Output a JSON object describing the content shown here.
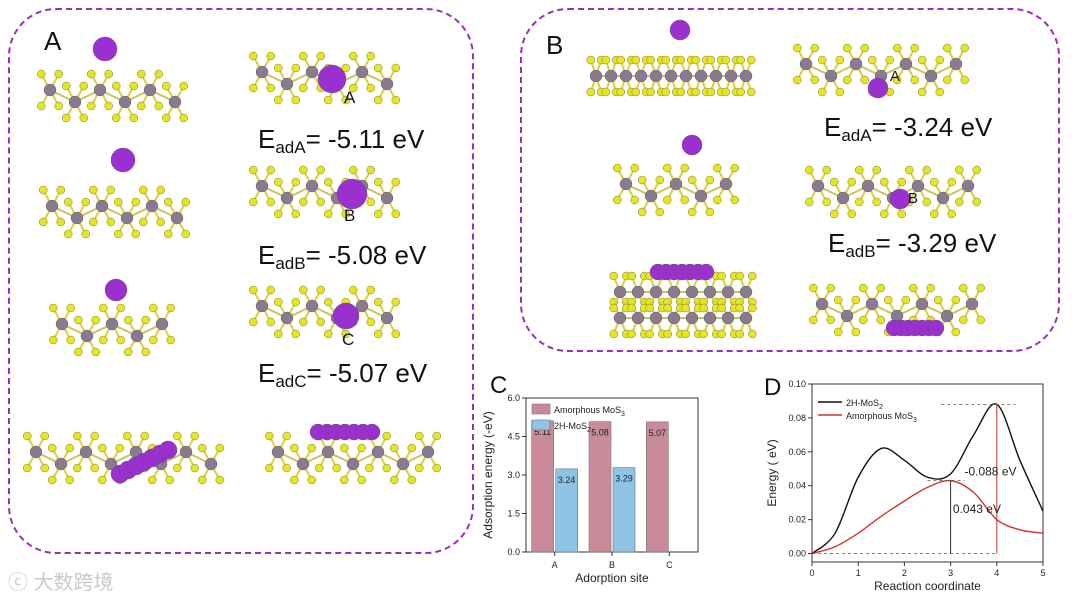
{
  "panel_A": {
    "label": "A",
    "energies": [
      {
        "main": "E",
        "sub": "adA",
        "rest": "= -5.11 eV"
      },
      {
        "main": "E",
        "sub": "adB",
        "rest": "= -5.08 eV"
      },
      {
        "main": "E",
        "sub": "adC",
        "rest": "= -5.07 eV"
      }
    ],
    "site_labels": [
      "A",
      "B",
      "C"
    ]
  },
  "panel_B": {
    "label": "B",
    "energies": [
      {
        "main": "E",
        "sub": "adA",
        "rest": "= -3.24 eV"
      },
      {
        "main": "E",
        "sub": "adB",
        "rest": "= -3.29 eV"
      }
    ],
    "site_labels": [
      "A",
      "B"
    ]
  },
  "panel_C": {
    "label": "C",
    "legend": [
      "Amorphous MoS",
      "2H-MoS"
    ],
    "legend_sub": [
      "3",
      "2"
    ],
    "bar_labels": [
      "5.11",
      "3.24",
      "5.08",
      "3.29",
      "5.07"
    ]
  },
  "panel_D": {
    "label": "D",
    "legend": [
      "2H-MoS",
      "Amorphous MoS"
    ],
    "legend_sub": [
      "2",
      "3"
    ],
    "annotations": [
      "-0.088 eV",
      "0.043 eV"
    ]
  },
  "chart_data": [
    {
      "type": "bar",
      "categories": [
        "A",
        "B",
        "C"
      ],
      "series": [
        {
          "name": "Amorphous MoS3",
          "values": [
            5.11,
            5.08,
            5.07
          ],
          "color": "#c98a9a"
        },
        {
          "name": "2H-MoS2",
          "values": [
            3.24,
            3.29,
            null
          ],
          "color": "#8ec3e3"
        }
      ],
      "xlabel": "Adorption site",
      "ylabel": "Adsorption energy (-eV)",
      "ylim": [
        0,
        6.0
      ],
      "yticks": [
        "0.0",
        "1.5",
        "3.0",
        "4.5",
        "6.0"
      ],
      "legend_position": "top-left"
    },
    {
      "type": "line",
      "x": [
        0,
        0.5,
        1.0,
        1.5,
        2.0,
        2.5,
        3.0,
        3.5,
        4.0,
        4.5,
        5.0
      ],
      "series": [
        {
          "name": "2H-MoS2",
          "values": [
            0.0,
            0.012,
            0.045,
            0.062,
            0.055,
            0.045,
            0.047,
            0.07,
            0.088,
            0.055,
            0.025
          ],
          "color": "#111111"
        },
        {
          "name": "Amorphous MoS3",
          "values": [
            0.0,
            0.004,
            0.012,
            0.022,
            0.031,
            0.039,
            0.043,
            0.036,
            0.02,
            0.014,
            0.012
          ],
          "color": "#d6322a"
        }
      ],
      "xlabel": "Reaction coordinate",
      "ylabel": "Energy ( eV)",
      "xlim": [
        0,
        5
      ],
      "ylim": [
        -0.005,
        0.1
      ],
      "xticks": [
        "0",
        "1",
        "2",
        "3",
        "4",
        "5"
      ],
      "yticks": [
        "0.00",
        "0.02",
        "0.04",
        "0.06",
        "0.08",
        "0.10"
      ],
      "legend_position": "top-left"
    }
  ],
  "colors": {
    "frame": "#9b2fb8",
    "mo": "#8a7a90",
    "s": "#e6e61a",
    "li": "#9b30d0"
  },
  "watermark": "大数跨境"
}
